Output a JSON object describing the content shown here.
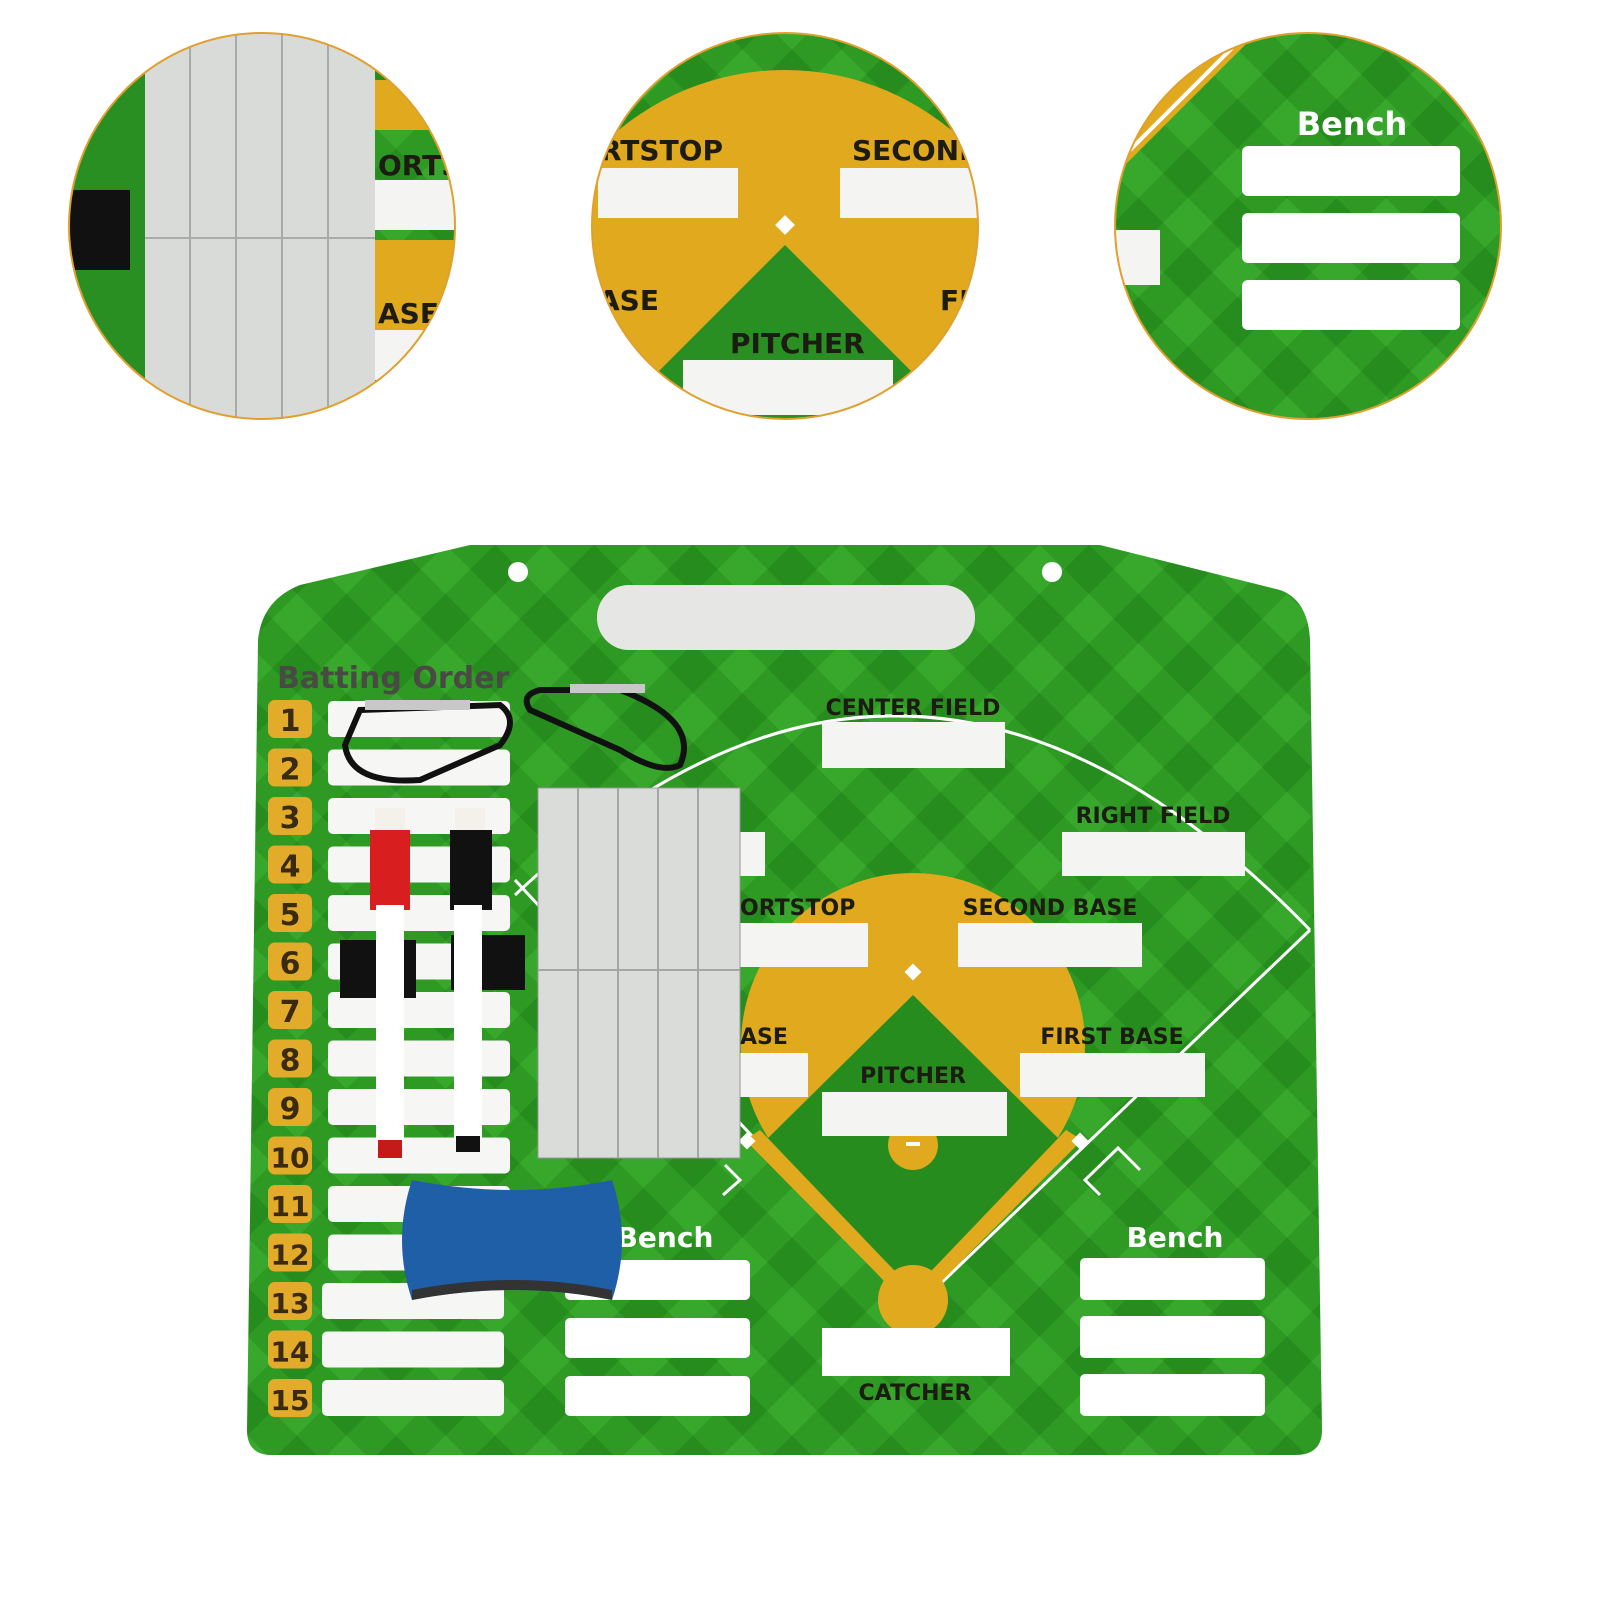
{
  "colors": {
    "field_green": "#2e9a24",
    "dark_green": "#1f7a18",
    "infield_yellow": "#e0a91e",
    "write_box": "#f4f4f2",
    "circle_border": "#e0a030",
    "badge": "#e3ab2a"
  },
  "detail_circles": [
    {
      "texts": [
        "ORTS",
        "ASE"
      ]
    },
    {
      "texts": [
        "RTSTOP",
        "SECOND",
        "ASE",
        "FI",
        "PITCHER"
      ]
    },
    {
      "texts": [
        "Bench"
      ]
    }
  ],
  "board": {
    "batting_order_title": "Batting Order",
    "batting_numbers": [
      "1",
      "2",
      "3",
      "4",
      "5",
      "6",
      "7",
      "8",
      "9",
      "10",
      "11",
      "12",
      "13",
      "14",
      "15"
    ],
    "positions": {
      "center_field": "CENTER FIELD",
      "right_field": "RIGHT FIELD",
      "shortstop": "ORTSTOP",
      "second_base": "SECOND BASE",
      "third_base": "ASE",
      "first_base": "FIRST BASE",
      "pitcher": "PITCHER",
      "catcher": "CATCHER"
    },
    "bench_left": "Bench",
    "bench_right": "Bench"
  },
  "accessories": [
    "carabiner-icon",
    "red-marker-icon",
    "black-marker-icon",
    "magnetic-strips-icon",
    "eraser-icon"
  ]
}
